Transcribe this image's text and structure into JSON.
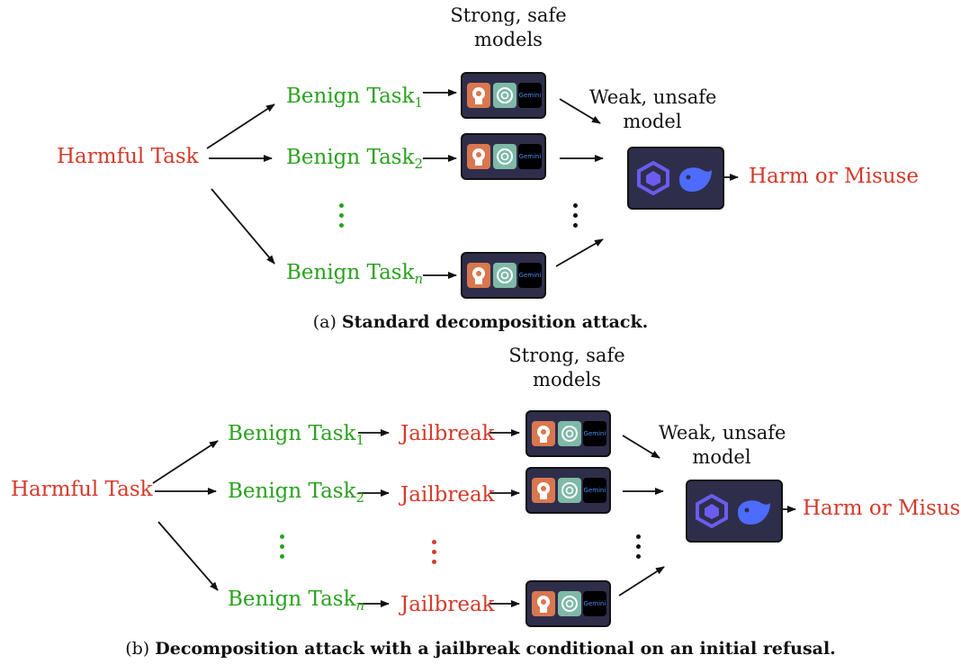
{
  "colors": {
    "harm": "#d43a2a",
    "benign": "#2aa21e",
    "box": "#2f2e4a",
    "text": "#111111"
  },
  "icons": {
    "strong_models": [
      "anthropic-icon",
      "openai-icon",
      "gemini-icon"
    ],
    "weak_model": [
      "qwen-icon",
      "deepseek-icon"
    ],
    "gemini_label": "Gemini"
  },
  "panel_a": {
    "harmful": "Harmful Task",
    "benign": "Benign Task",
    "subs": [
      "1",
      "2",
      "n"
    ],
    "strong_label_1": "Strong, safe",
    "strong_label_2": "models",
    "weak_label_1": "Weak, unsafe",
    "weak_label_2": "model",
    "outcome": "Harm or Misuse",
    "caption_prefix": "(a)",
    "caption_bold": "Standard decomposition attack."
  },
  "panel_b": {
    "harmful": "Harmful Task",
    "benign": "Benign Task",
    "subs": [
      "1",
      "2",
      "n"
    ],
    "jailbreak": "Jailbreak",
    "strong_label_1": "Strong, safe",
    "strong_label_2": "models",
    "weak_label_1": "Weak, unsafe",
    "weak_label_2": "model",
    "outcome": "Harm or Misuse",
    "caption_prefix": "(b)",
    "caption_bold": "Decomposition attack with a jailbreak conditional on an initial refusal."
  }
}
